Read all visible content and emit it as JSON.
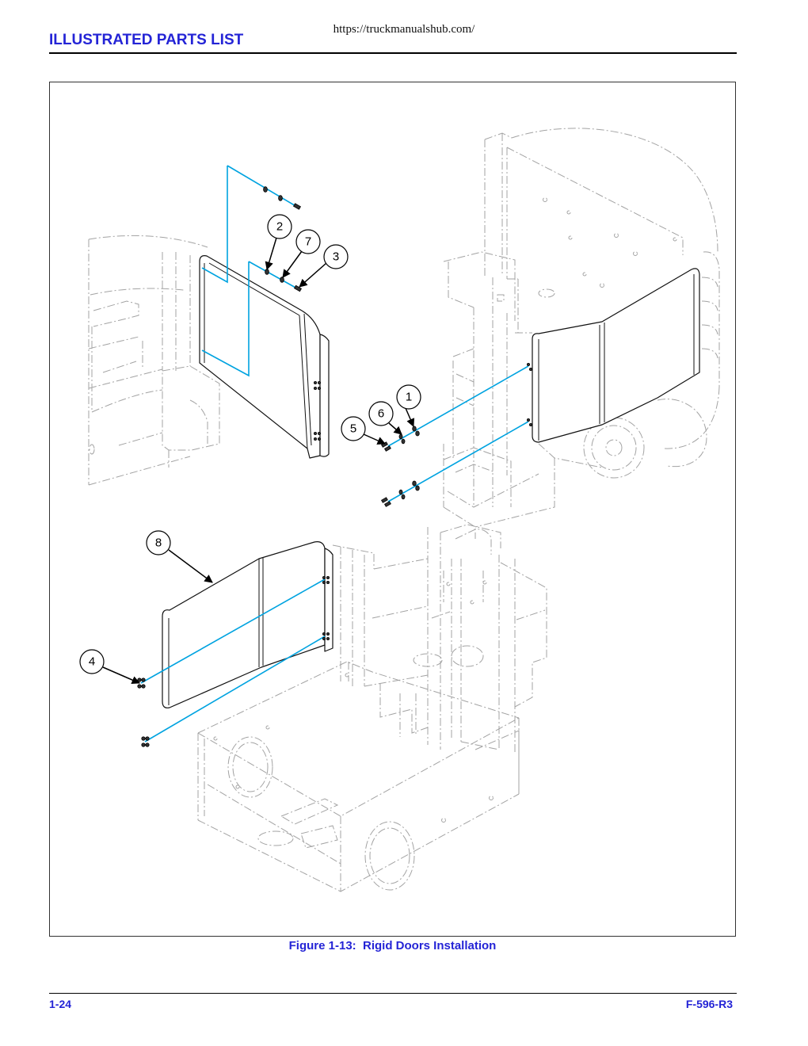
{
  "header": {
    "source_url": "https://truckmanualshub.com/",
    "section_title": "ILLUSTRATED PARTS LIST"
  },
  "figure": {
    "caption": "Figure 1-13:  Rigid Doors Installation",
    "callouts": [
      "1",
      "2",
      "3",
      "4",
      "5",
      "6",
      "7",
      "8"
    ]
  },
  "footer": {
    "page_number": "1-24",
    "document_number": "F-596-R3"
  },
  "colors": {
    "heading_blue": "#2424d6",
    "leader_line_cyan": "#00a3e0",
    "phantom_line_gray": "#a3a3a3",
    "part_outline_black": "#111111"
  }
}
